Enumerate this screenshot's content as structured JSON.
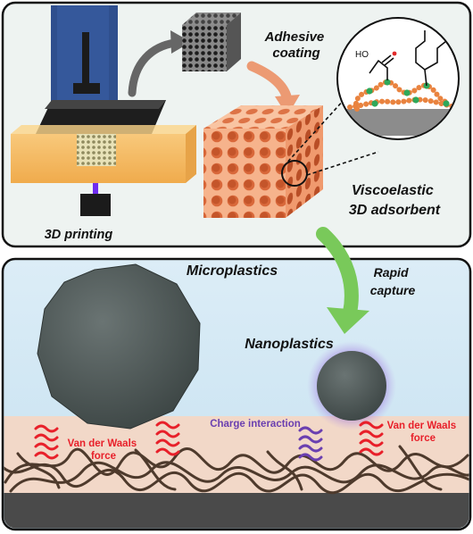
{
  "top_panel": {
    "printing_label": "3D printing",
    "coating_label": [
      "Adhesive",
      "coating"
    ],
    "adsorbent_label": [
      "Viscoelastic",
      "3D adsorbent"
    ],
    "chemical_group": "HO"
  },
  "bottom_panel": {
    "microplastics_label": "Microplastics",
    "nanoplastics_label": "Nanoplastics",
    "rapid_capture_label": [
      "Rapid",
      "capture"
    ],
    "vdw_left_label": [
      "Van der Waals",
      "force"
    ],
    "charge_label": "Charge interaction",
    "vdw_right_label": [
      "Van der Waals",
      "force"
    ]
  },
  "colors": {
    "panel_border": "#111111",
    "top_bg": "#eef3f1",
    "bottom_sky": "#d4e9f5",
    "substrate": "#f2d8c8",
    "foam": "#f2a27a",
    "polymer": "#e9833f",
    "node": "#2ea85a",
    "vdw": "#e8202a",
    "charge": "#6a3fb0",
    "arrow_green": "#79c95a",
    "arrow_gray": "#666666",
    "arrow_salmon": "#ec9a73"
  }
}
